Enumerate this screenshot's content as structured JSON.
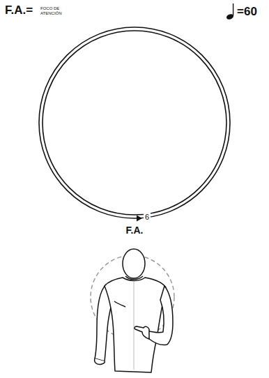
{
  "diagram": {
    "labels": [
      "F.A.=",
      "FOCO DE ATENCIÓN",
      "=60",
      "6",
      "F.A."
    ]
  }
}
